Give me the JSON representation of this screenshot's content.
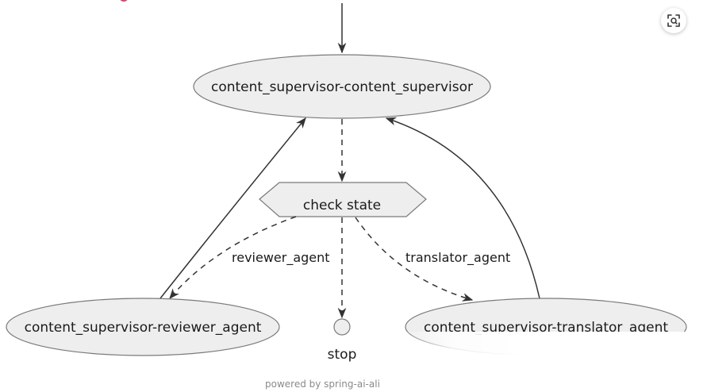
{
  "diagram": {
    "nodes": {
      "supervisor": "content_supervisor-content_supervisor",
      "check": "check state",
      "reviewer": "content_supervisor-reviewer_agent",
      "translator": "content_supervisor-translator_agent",
      "stop": "stop"
    },
    "edges": {
      "to_reviewer": "reviewer_agent",
      "to_translator": "translator_agent"
    },
    "footer": "powered by spring-ai-ali"
  },
  "colors": {
    "node_fill": "#eeeeee",
    "node_stroke": "#7a7a7a",
    "edge": "#333333"
  },
  "icons": {
    "scan_button": "scan-icon"
  }
}
